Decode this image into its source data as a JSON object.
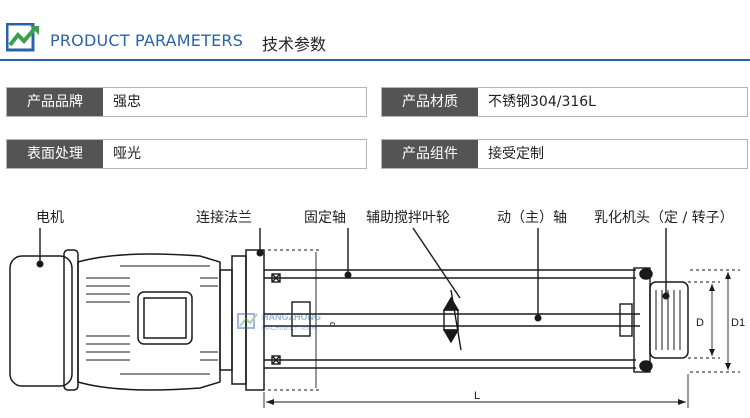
{
  "header": {
    "title_en": "PRODUCT PARAMETERS",
    "title_cn": "技术参数"
  },
  "params": [
    {
      "label": "产品品牌",
      "value": "强忠"
    },
    {
      "label": "产品材质",
      "value": "不锈钢304/316L"
    },
    {
      "label": "表面处理",
      "value": "哑光"
    },
    {
      "label": "产品组件",
      "value": "接受定制"
    }
  ],
  "diagram": {
    "callouts": {
      "motor": "电机",
      "flange": "连接法兰",
      "fixed_shaft": "固定轴",
      "impeller": "辅助搅拌叶轮",
      "main_shaft": "动（主）轴",
      "head": "乳化机头（定 / 转子）"
    },
    "dims": {
      "d": "D",
      "d1": "D1",
      "l": "L",
      "d_small": "d"
    },
    "watermark": {
      "line1": "HANGZHONG",
      "line2": "MACHINERY TECH"
    }
  },
  "colors": {
    "accent": "#2b63a8",
    "label_bg": "#545454",
    "line": "#1a1a1a"
  }
}
